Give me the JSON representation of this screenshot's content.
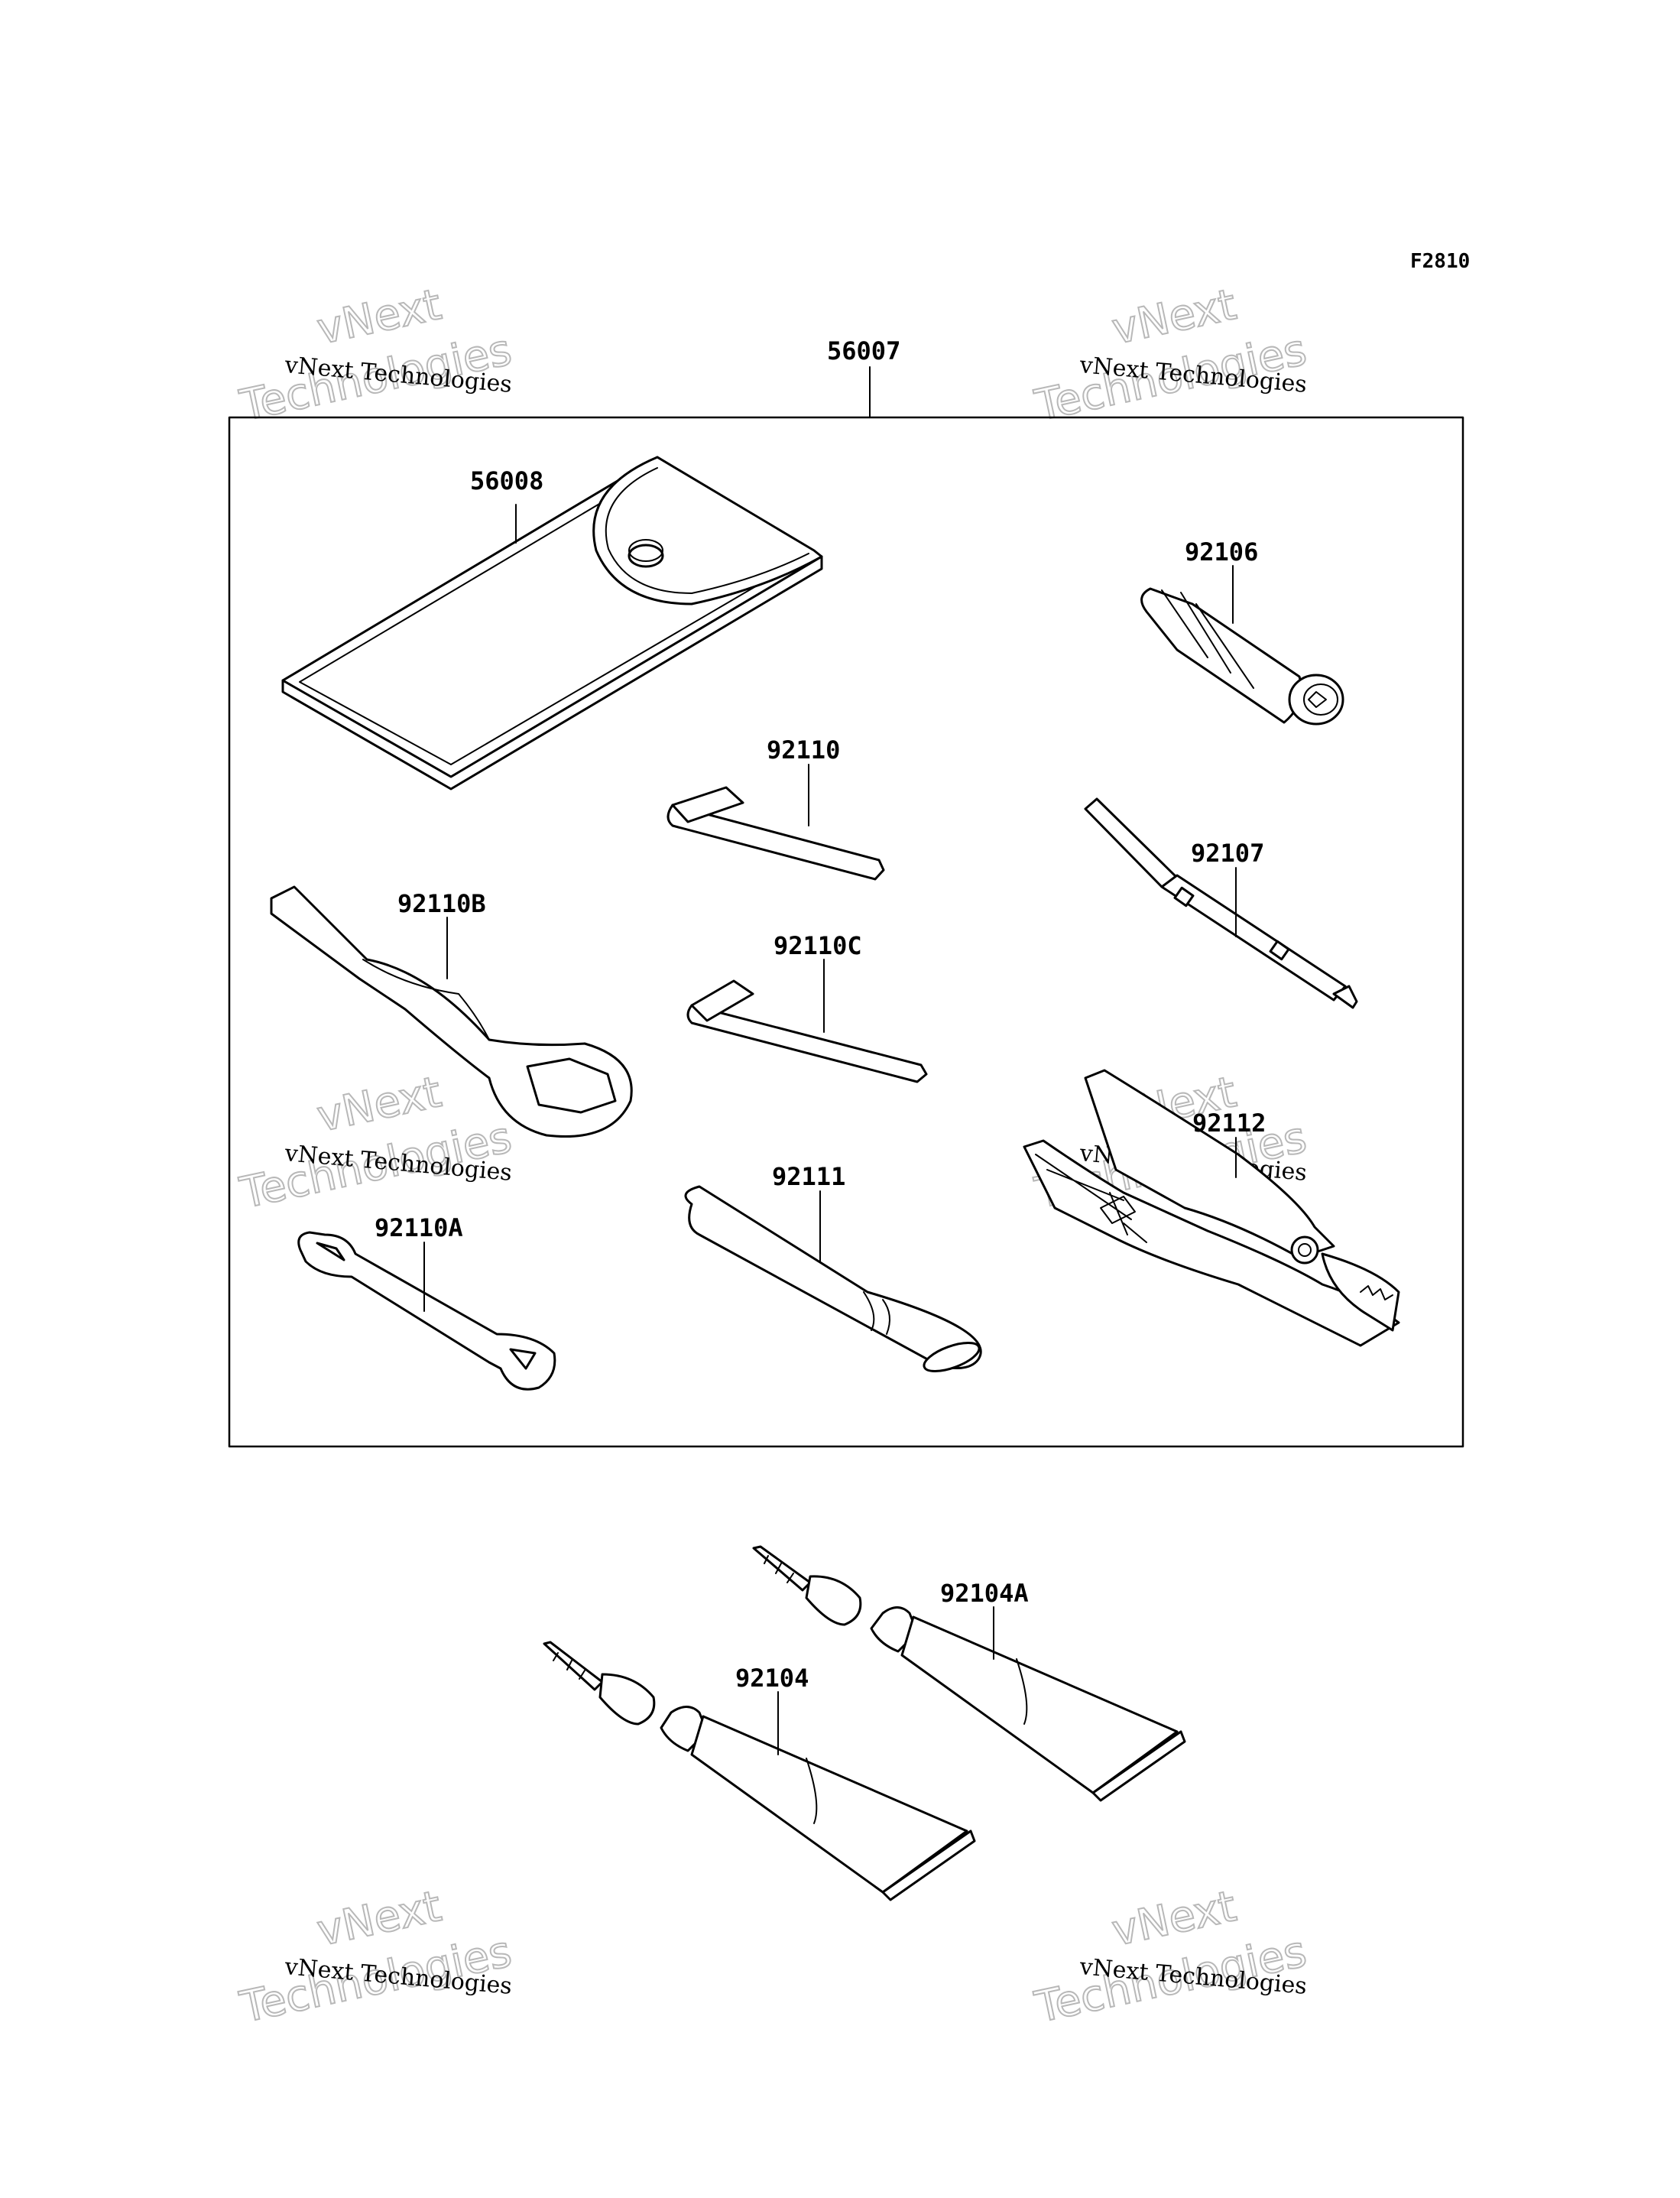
{
  "figure_code": "F2810",
  "watermark": {
    "line1": "vNext",
    "line2": "Technologies",
    "caption": "vNext Technologies"
  },
  "kit": {
    "part_number": "56007"
  },
  "parts": [
    {
      "id": "pouch",
      "part_number": "56008"
    },
    {
      "id": "socket-handle",
      "part_number": "92106"
    },
    {
      "id": "hex-key-small",
      "part_number": "92110"
    },
    {
      "id": "screwdriver",
      "part_number": "92107"
    },
    {
      "id": "box-wrench",
      "part_number": "92110B"
    },
    {
      "id": "hex-key-large",
      "part_number": "92110C"
    },
    {
      "id": "pliers",
      "part_number": "92112"
    },
    {
      "id": "extension-bar",
      "part_number": "92111"
    },
    {
      "id": "open-wrench",
      "part_number": "92110A"
    },
    {
      "id": "grease-tube-a",
      "part_number": "92104A"
    },
    {
      "id": "grease-tube",
      "part_number": "92104"
    }
  ]
}
